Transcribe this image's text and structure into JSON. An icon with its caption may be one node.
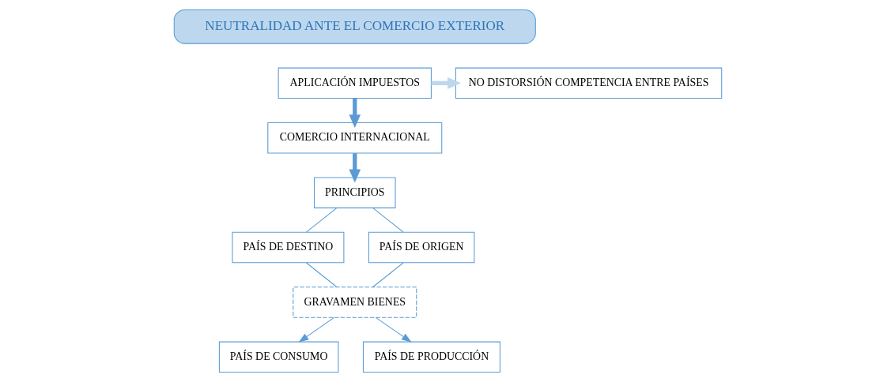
{
  "diagram": {
    "nodes": [
      {
        "text": [
          "NEUTRALIDAD ANTE EL COMERCIO EXTERIOR"
        ]
      },
      {
        "text": [
          "APLICACIÓN IMPUESTOS"
        ]
      },
      {
        "text": [
          "NO DISTORSIÓN COMPETENCIA ENTRE PAÍSES"
        ]
      },
      {
        "text": [
          "COMERCIO INTERNACIONAL"
        ]
      },
      {
        "text": [
          "PRINCIPIOS"
        ]
      },
      {
        "text": [
          "PAÍS DE DESTINO"
        ]
      },
      {
        "text": [
          "PAÍS DE ORIGEN"
        ]
      },
      {
        "text": [
          "GRAVAMEN BIENES"
        ]
      },
      {
        "text": [
          "PAÍS DE CONSUMO"
        ]
      },
      {
        "text": [
          "PAÍS DE PRODUCCIÓN"
        ]
      }
    ],
    "edges": [
      {
        "from": 1,
        "to": 2,
        "arrow": "to",
        "style": "thick",
        "color": "#bdd7ee"
      },
      {
        "from": 1,
        "to": 3,
        "arrow": "to",
        "style": "thick"
      },
      {
        "from": 3,
        "to": 4,
        "arrow": "to",
        "style": "thick"
      },
      {
        "from": 4,
        "to": 5,
        "arrow": "none"
      },
      {
        "from": 4,
        "to": 6,
        "arrow": "none"
      },
      {
        "from": 5,
        "to": 7,
        "arrow": "none"
      },
      {
        "from": 6,
        "to": 7,
        "arrow": "none"
      },
      {
        "from": 7,
        "to": 8,
        "arrow": "to"
      },
      {
        "from": 7,
        "to": 9,
        "arrow": "to"
      }
    ]
  }
}
